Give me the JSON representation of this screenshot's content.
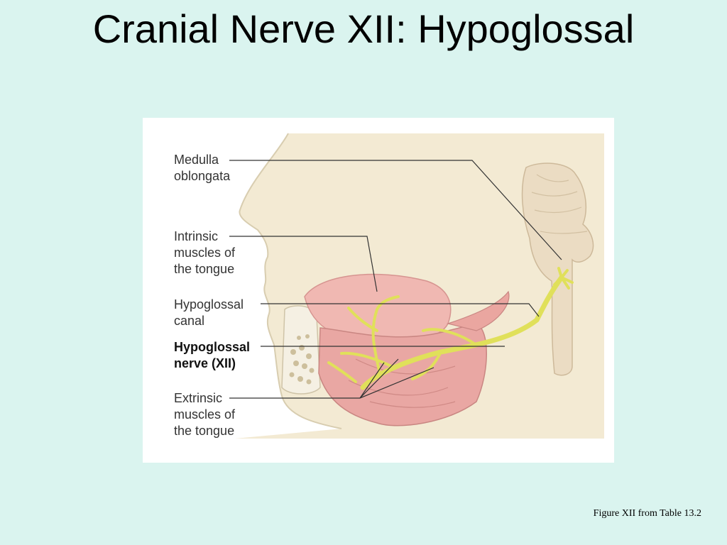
{
  "slide": {
    "title": "Cranial Nerve XII: Hypoglossal",
    "caption": "Figure XII from Table 13.2"
  },
  "diagram": {
    "labels": {
      "medulla_line1": "Medulla",
      "medulla_line2": "oblongata",
      "intrinsic_line1": "Intrinsic",
      "intrinsic_line2": "muscles of",
      "intrinsic_line3": "the tongue",
      "canal_line1": "Hypoglossal",
      "canal_line2": "canal",
      "nerve_line1": "Hypoglossal",
      "nerve_line2": "nerve (XII)",
      "extrinsic_line1": "Extrinsic",
      "extrinsic_line2": "muscles of",
      "extrinsic_line3": "the tongue"
    },
    "colors": {
      "background": "#daf4ef",
      "panel": "#f3ead3",
      "tissue": "#f6d7cf",
      "muscle": "#e9a7a3",
      "nerve": "#e0e05a",
      "brainstem": "#ebdcc3"
    }
  }
}
